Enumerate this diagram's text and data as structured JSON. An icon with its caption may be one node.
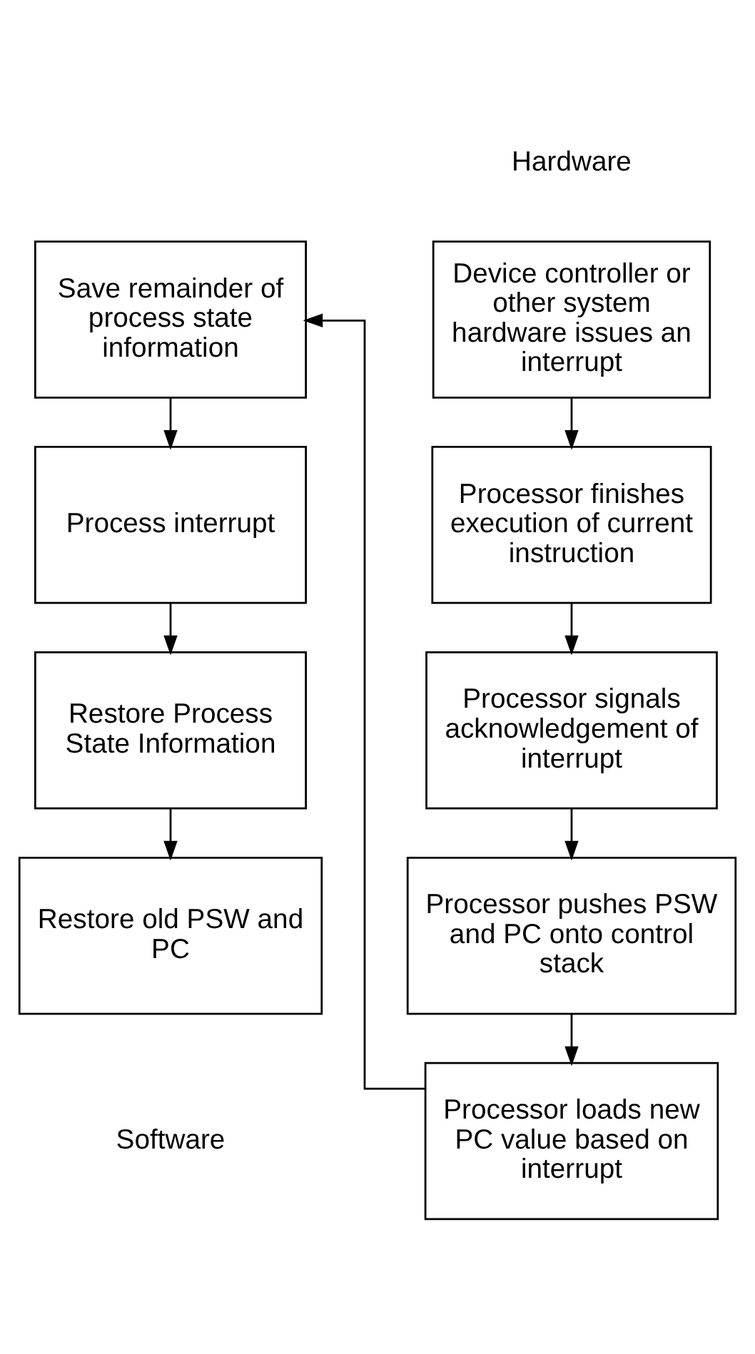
{
  "diagram": {
    "nodes": [
      {
        "text": [
          "Device controller or other system hardware issues an interrupt"
        ]
      },
      {
        "text": [
          "Processor finishes execution of current instruction"
        ]
      },
      {
        "text": [
          "Processor signals acknowledgement of interrupt"
        ]
      },
      {
        "text": [
          "Processor pushes PSW and PC onto control stack"
        ]
      },
      {
        "text": [
          "Processor loads new PC value based on interrupt"
        ]
      },
      {
        "text": [
          "Save remainder of process state information"
        ]
      },
      {
        "text": [
          "Process interrupt"
        ]
      },
      {
        "text": [
          "Restore Process State Information"
        ]
      },
      {
        "text": [
          "Restore old PSW and PC"
        ]
      }
    ],
    "edges": [
      {
        "from": 0,
        "to": 1,
        "arrow": "to"
      },
      {
        "from": 1,
        "to": 2,
        "arrow": "to"
      },
      {
        "from": 2,
        "to": 3,
        "arrow": "to"
      },
      {
        "from": 3,
        "to": 4,
        "arrow": "to"
      },
      {
        "from": 4,
        "to": 5,
        "arrow": "to"
      },
      {
        "from": 5,
        "to": 6,
        "arrow": "to"
      },
      {
        "from": 6,
        "to": 7,
        "arrow": "to"
      },
      {
        "from": 7,
        "to": 8,
        "arrow": "to"
      }
    ],
    "labels": [
      "Hardware",
      "Software"
    ]
  }
}
